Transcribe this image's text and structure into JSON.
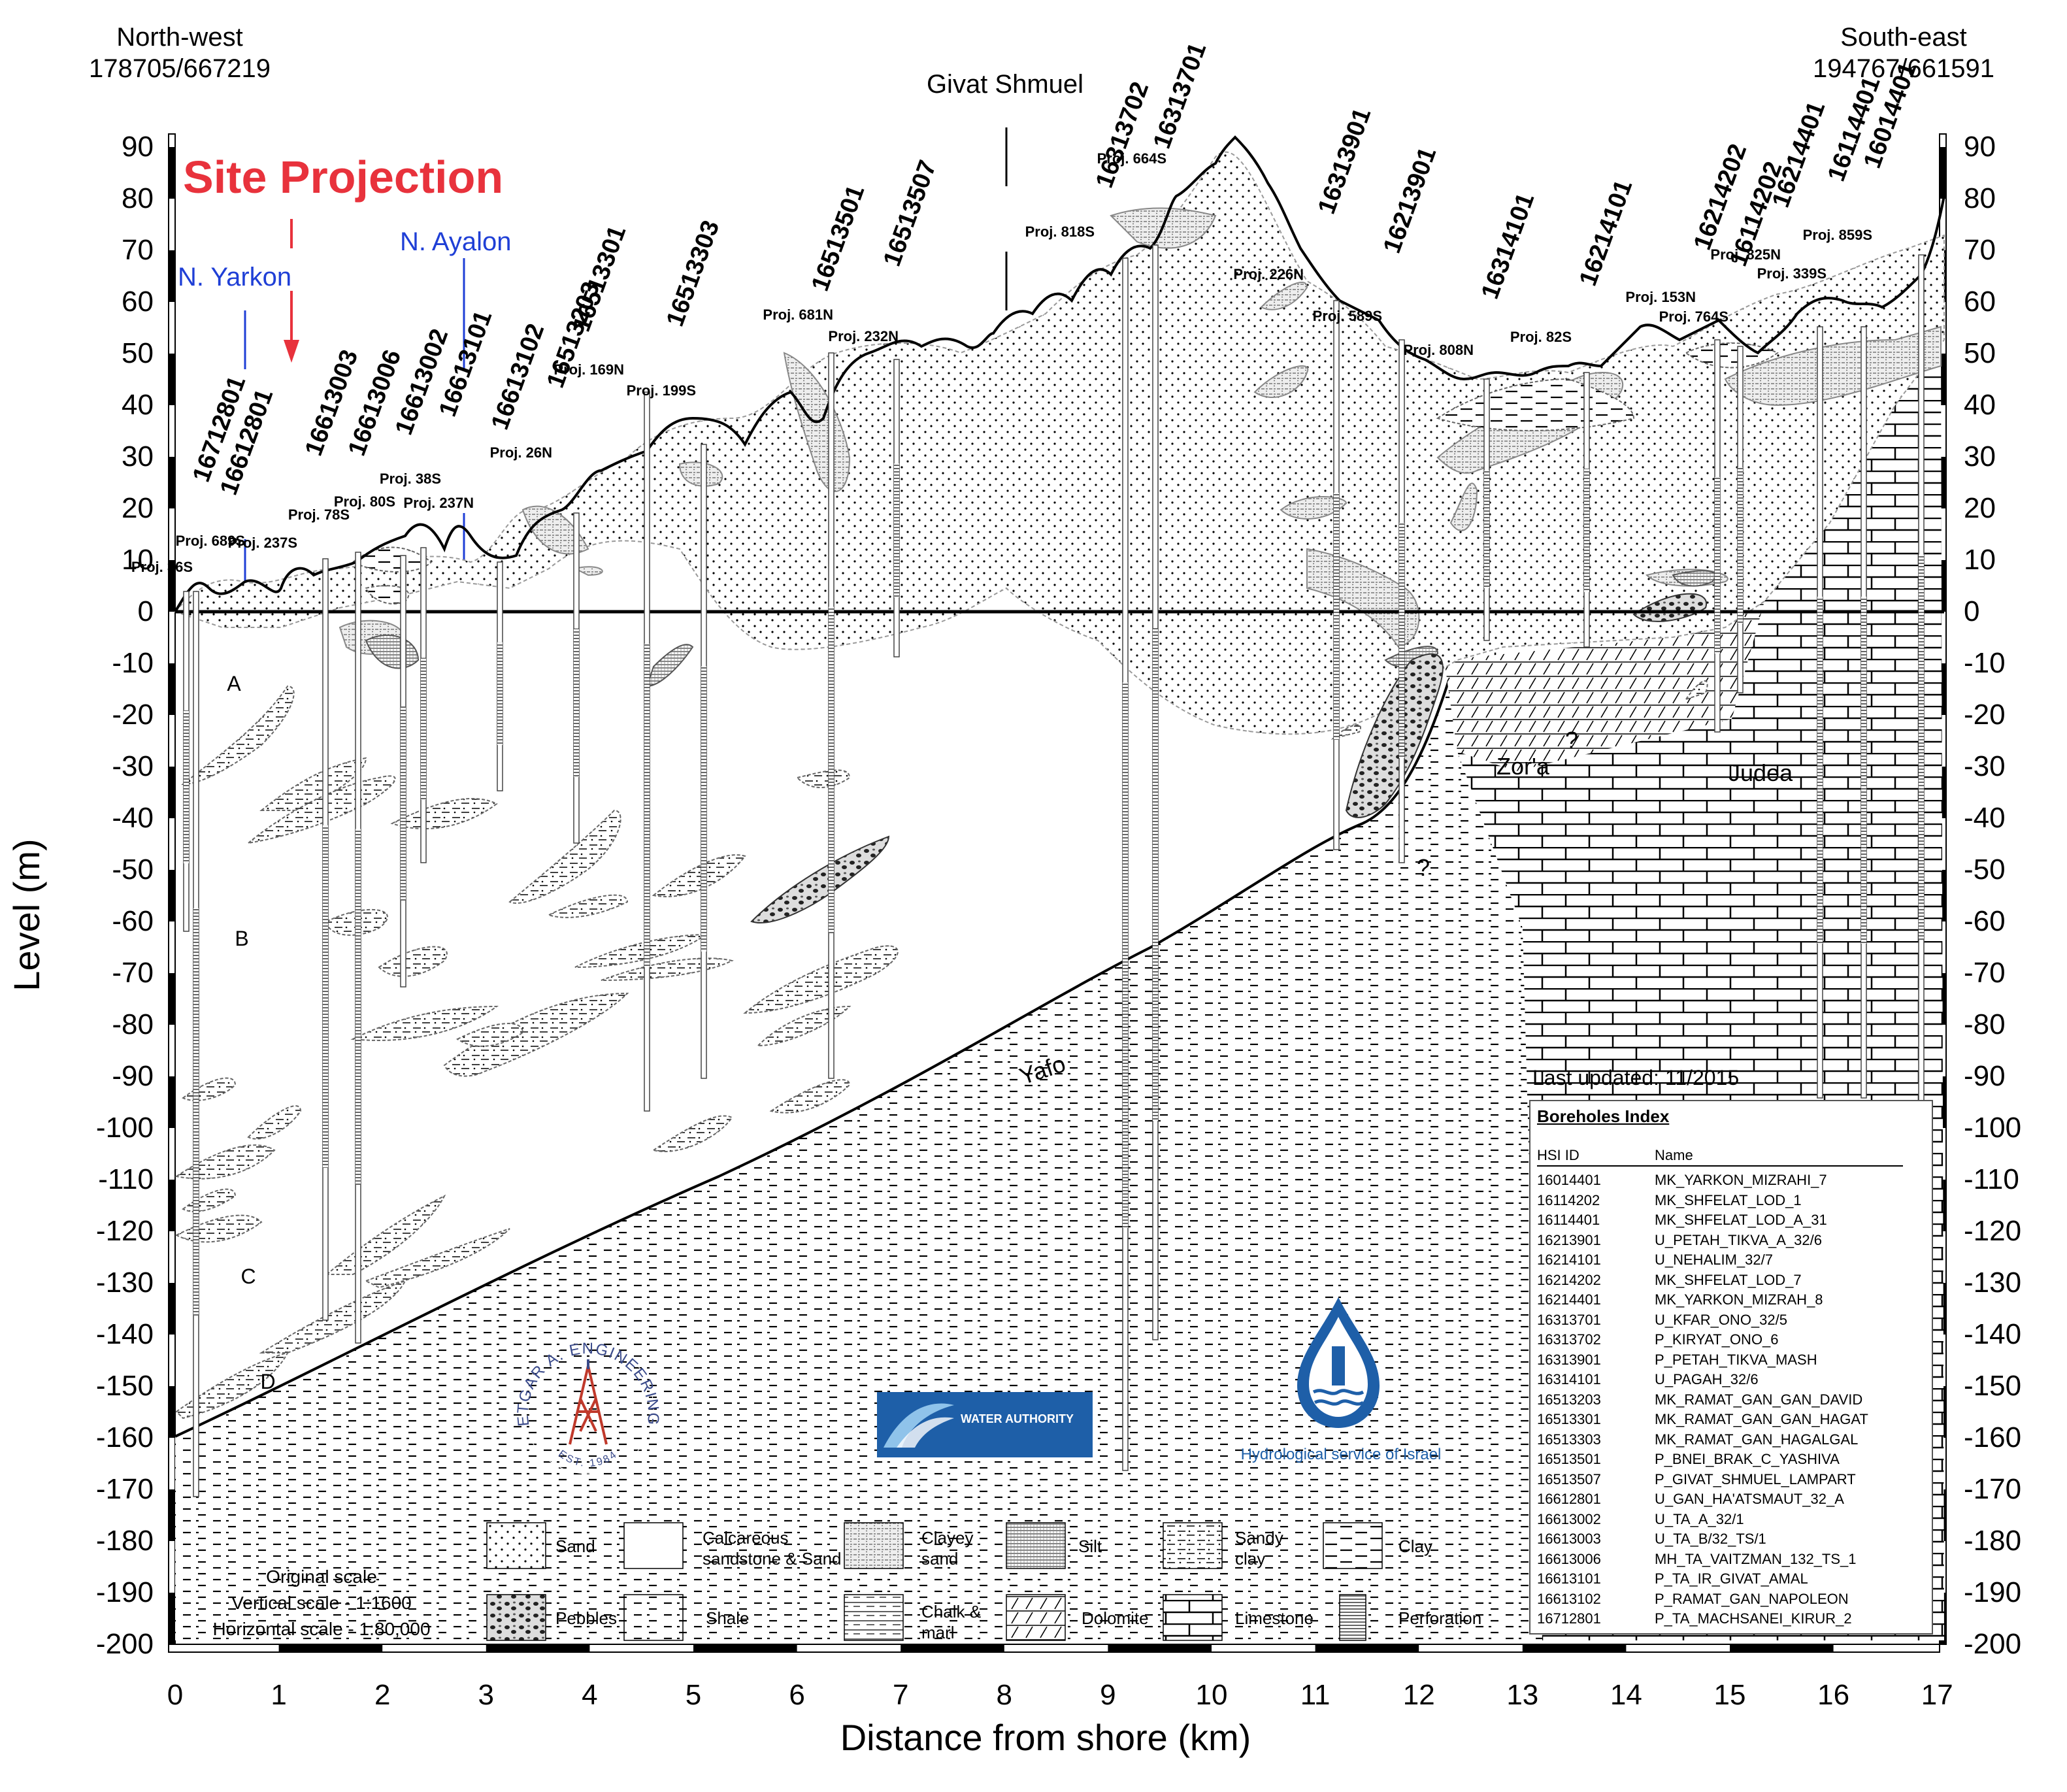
{
  "header": {
    "nw_label": "North-west",
    "nw_coords": "178705/667219",
    "se_label": "South-east",
    "se_coords": "194767/661591",
    "town": "Givat Shmuel",
    "site_projection": "Site Projection",
    "river1": "N. Yarkon",
    "river2": "N. Ayalon"
  },
  "axes": {
    "ylabel": "Level (m)",
    "xlabel": "Distance from shore (km)",
    "y_ticks": [
      "90",
      "80",
      "70",
      "60",
      "50",
      "40",
      "30",
      "20",
      "10",
      "0",
      "-10",
      "-20",
      "-30",
      "-40",
      "-50",
      "-60",
      "-70",
      "-80",
      "-90",
      "-100",
      "-110",
      "-120",
      "-130",
      "-140",
      "-150",
      "-160",
      "-170",
      "-180",
      "-190",
      "-200"
    ],
    "x_ticks": [
      "0",
      "1",
      "2",
      "3",
      "4",
      "5",
      "6",
      "7",
      "8",
      "9",
      "10",
      "11",
      "12",
      "13",
      "14",
      "15",
      "16",
      "17"
    ]
  },
  "boreholes": [
    {
      "id": "16712801",
      "proj": "Proj. 36S"
    },
    {
      "id": "16612801",
      "proj": "Proj. 689S"
    },
    {
      "id": "16613003",
      "proj": "Proj. 237S"
    },
    {
      "id": "16613006",
      "proj": "Proj. 78S"
    },
    {
      "id": "16613002",
      "proj": "Proj. 80S"
    },
    {
      "id": "16613101",
      "proj": "Proj. 38S"
    },
    {
      "id": "16613102",
      "proj": "Proj. 237N"
    },
    {
      "id": "16513203",
      "proj": "Proj. 26N"
    },
    {
      "id": "16513301",
      "proj": "Proj. 169N"
    },
    {
      "id": "16513303",
      "proj": "Proj. 199S"
    },
    {
      "id": "16513501",
      "proj": "Proj. 681N"
    },
    {
      "id": "16513507",
      "proj": "Proj. 232N"
    },
    {
      "id": "16313702",
      "proj": "Proj. 818S"
    },
    {
      "id": "16313701",
      "proj": "Proj. 664S"
    },
    {
      "id": "16313901",
      "proj": "Proj. 226N"
    },
    {
      "id": "16213901",
      "proj": "Proj. 589S"
    },
    {
      "id": "16314101",
      "proj": "Proj. 808N"
    },
    {
      "id": "16214101",
      "proj": "Proj. 82S"
    },
    {
      "id": "16214202",
      "proj": "Proj. 153N"
    },
    {
      "id": "16114202",
      "proj": "Proj. 764S"
    },
    {
      "id": "16214401",
      "proj": "Proj. 825N"
    },
    {
      "id": "16114401",
      "proj": "Proj. 339S"
    },
    {
      "id": "16014401",
      "proj": "Proj. 859S"
    }
  ],
  "units": {
    "a": "A",
    "b": "B",
    "c": "C",
    "d": "D"
  },
  "formations": {
    "yafo": "Yafo",
    "zora": "Zor'a",
    "judea": "Judea",
    "q": "?"
  },
  "scale": {
    "title": "Original scale",
    "vertical": "Vertical scale - 1:1600",
    "horizontal": "Horizontal scale - 1:80,000"
  },
  "logos": {
    "etgar": "ETGAR A. ENGINEERING",
    "etgar_est": "EST. 1984",
    "water": "WATER AUTHORITY",
    "hydro": "Hydrological service of Israel"
  },
  "legend": [
    {
      "key": "sand",
      "label": "Sand"
    },
    {
      "key": "calc",
      "label": "Calcareous sandstone & Sand"
    },
    {
      "key": "clayeysand",
      "label": "Clayey sand"
    },
    {
      "key": "silt",
      "label": "Silt"
    },
    {
      "key": "sandyclay",
      "label": "Sandy clay"
    },
    {
      "key": "clay",
      "label": "Clay"
    },
    {
      "key": "pebbles",
      "label": "Pebbles"
    },
    {
      "key": "shale",
      "label": "Shale"
    },
    {
      "key": "chalk",
      "label": "Chalk & marl"
    },
    {
      "key": "dolomite",
      "label": "Dolomite"
    },
    {
      "key": "limestone",
      "label": "Limestone"
    },
    {
      "key": "perforation",
      "label": "Perforation"
    }
  ],
  "index": {
    "updated": "Last updated: 11/2015",
    "title": "Boreholes Index",
    "col_id": "HSI ID",
    "col_name": "Name",
    "rows": [
      [
        "16014401",
        "MK_YARKON_MIZRAHI_7"
      ],
      [
        "16114202",
        "MK_SHFELAT_LOD_1"
      ],
      [
        "16114401",
        "MK_SHFELAT_LOD_A_31"
      ],
      [
        "16213901",
        "U_PETAH_TIKVA_A_32/6"
      ],
      [
        "16214101",
        "U_NEHALIM_32/7"
      ],
      [
        "16214202",
        "MK_SHFELAT_LOD_7"
      ],
      [
        "16214401",
        "MK_YARKON_MIZRAH_8"
      ],
      [
        "16313701",
        "U_KFAR_ONO_32/5"
      ],
      [
        "16313702",
        "P_KIRYAT_ONO_6"
      ],
      [
        "16313901",
        "P_PETAH_TIKVA_MASH"
      ],
      [
        "16314101",
        "U_PAGAH_32/6"
      ],
      [
        "16513203",
        "MK_RAMAT_GAN_GAN_DAVID"
      ],
      [
        "16513301",
        "MK_RAMAT_GAN_GAN_HAGAT"
      ],
      [
        "16513303",
        "MK_RAMAT_GAN_HAGALGAL"
      ],
      [
        "16513501",
        "P_BNEI_BRAK_C_YASHIVA"
      ],
      [
        "16513507",
        "P_GIVAT_SHMUEL_LAMPART"
      ],
      [
        "16612801",
        "U_GAN_HA'ATSMAUT_32_A"
      ],
      [
        "16613002",
        "U_TA_A_32/1"
      ],
      [
        "16613003",
        "U_TA_B/32_TS/1"
      ],
      [
        "16613006",
        "MH_TA_VAITZMAN_132_TS_1"
      ],
      [
        "16613101",
        "P_TA_IR_GIVAT_AMAL"
      ],
      [
        "16613102",
        "P_RAMAT_GAN_NAPOLEON"
      ],
      [
        "16712801",
        "P_TA_MACHSANEI_KIRUR_2"
      ]
    ]
  },
  "colors": {
    "site": "#e8323c",
    "river": "#1f3fd6",
    "water_blue": "#1e5fa8"
  }
}
